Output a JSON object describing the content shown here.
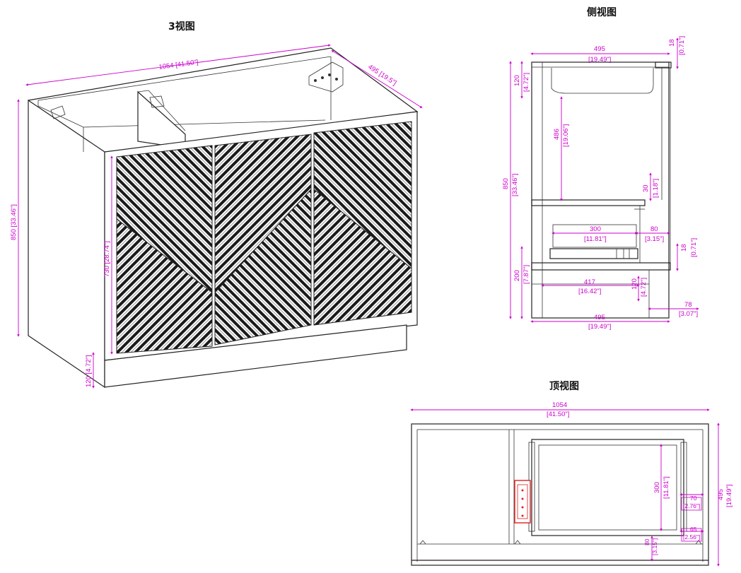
{
  "titles": {
    "three_view": "3视图",
    "side_view": "侧视图",
    "top_view": "顶视图"
  },
  "colors": {
    "dimension": "#cc00cc",
    "outline": "#222222",
    "panel": "#1a1a1a",
    "highlight": "#e02020"
  },
  "iso": {
    "width": "1054 [41.50\"]",
    "depth": "495 [19.5\"]",
    "height": "850 [33.46\"]",
    "door_height": "730 [28.74\"]",
    "base": "120 [4.72\"]"
  },
  "side": {
    "top_width": "495",
    "top_width_in": "[19.49\"]",
    "top_thick": "18",
    "top_thick_in": "[0.71\"]",
    "upper_gap": "120",
    "upper_gap_in": "[4.72\"]",
    "inner_height": "486",
    "inner_height_in": "[19.06\"]",
    "total_height": "850",
    "total_height_in": "[33.46\"]",
    "shelf_gap": "30",
    "shelf_gap_in": "[1.18\"]",
    "drawer_width": "300",
    "drawer_width_in": "[11.81\"]",
    "drawer_offset": "80",
    "drawer_offset_in": "[3.15\"]",
    "bottom_thick": "18",
    "bottom_thick_in": "[0.71\"]",
    "base_height": "200",
    "base_height_in": "[7.87\"]",
    "base_depth": "417",
    "base_depth_in": "[16.42\"]",
    "base_inner": "120",
    "base_inner_in": "[4.72\"]",
    "toe": "78",
    "toe_in": "[3.07\"]",
    "bottom_width": "495",
    "bottom_width_in": "[19.49\"]"
  },
  "top": {
    "width": "1054",
    "width_in": "[41.50\"]",
    "depth": "495",
    "depth_in": "[19.49\"]",
    "drawer_depth": "300",
    "drawer_depth_in": "[11.81\"]",
    "side_gap": "70",
    "side_gap_in": "[2.76\"]",
    "rail": "65",
    "rail_in": "[2.56\"]",
    "front": "80",
    "front_in": "[3.15\"]"
  }
}
